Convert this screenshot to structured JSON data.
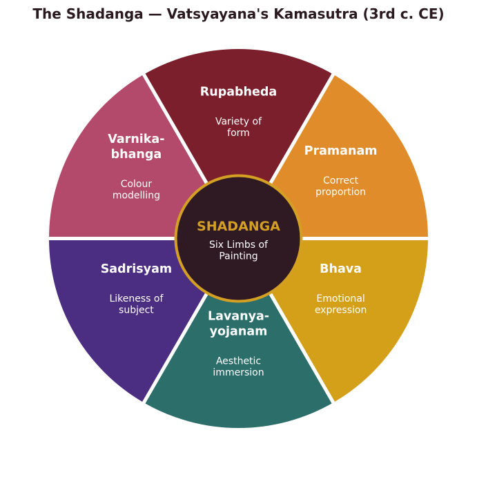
{
  "title": "The Shadanga — Vatsyayana's Kamasutra (3rd c. CE)",
  "hub": {
    "title": "SHADANGA",
    "subtitle_lines": [
      "Six Limbs of",
      "Painting"
    ],
    "fill": "#2f1a23",
    "ring": "#d4a024",
    "title_color": "#d4a024"
  },
  "segments": [
    {
      "id": "rupabheda",
      "name_lines": [
        "Rupabheda"
      ],
      "desc_lines": [
        "Variety of",
        "form"
      ],
      "color": "#7a1f2b"
    },
    {
      "id": "pramanam",
      "name_lines": [
        "Pramanam"
      ],
      "desc_lines": [
        "Correct",
        "proportion"
      ],
      "color": "#e08c2a"
    },
    {
      "id": "bhava",
      "name_lines": [
        "Bhava"
      ],
      "desc_lines": [
        "Emotional",
        "expression"
      ],
      "color": "#d4a01a"
    },
    {
      "id": "lavanya",
      "name_lines": [
        "Lavanya-",
        "yojanam"
      ],
      "desc_lines": [
        "Aesthetic",
        "immersion"
      ],
      "color": "#2b6e6a"
    },
    {
      "id": "sadrisyam",
      "name_lines": [
        "Sadrisyam"
      ],
      "desc_lines": [
        "Likeness of",
        "subject"
      ],
      "color": "#4b2d82"
    },
    {
      "id": "varnika",
      "name_lines": [
        "Varnika-",
        "bhanga"
      ],
      "desc_lines": [
        "Colour",
        "modelling"
      ],
      "color": "#b3496b"
    }
  ]
}
